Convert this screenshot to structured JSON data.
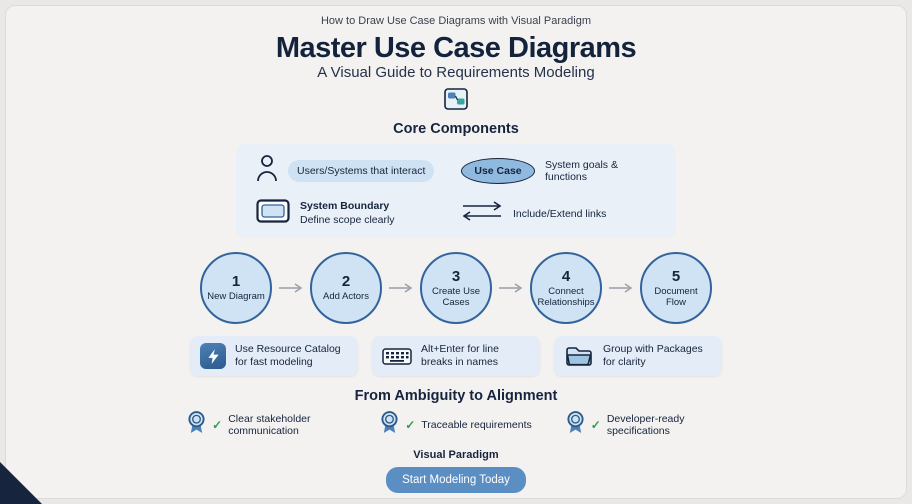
{
  "colors": {
    "navy": "#16243d",
    "accent_blue": "#33639c",
    "light_blue_fill": "#cfe3f4",
    "card_blue": "#e9f0f8",
    "green_check": "#2f9e4f",
    "button_blue": "#5b8fc4"
  },
  "header": {
    "kicker": "How to Draw Use Case Diagrams with Visual Paradigm",
    "title": "Master Use Case Diagrams",
    "subtitle": "A Visual Guide to Requirements Modeling"
  },
  "core": {
    "heading": "Core Components",
    "actor_label": "Users/Systems that interact",
    "usecase_badge": "Use Case",
    "usecase_label": "System goals & functions",
    "boundary_title": "System Boundary",
    "boundary_label": "Define scope clearly",
    "links_label": "Include/Extend links"
  },
  "steps": [
    {
      "number": "1",
      "label": "New Diagram"
    },
    {
      "number": "2",
      "label": "Add Actors"
    },
    {
      "number": "3",
      "label": "Create Use Cases"
    },
    {
      "number": "4",
      "label": "Connect Relationships"
    },
    {
      "number": "5",
      "label": "Document Flow"
    }
  ],
  "tips": [
    {
      "icon": "lightning-icon",
      "label": "Use Resource Catalog for fast modeling"
    },
    {
      "icon": "keyboard-icon",
      "label": "Alt+Enter for line breaks in names"
    },
    {
      "icon": "folder-icon",
      "label": "Group with Packages for clarity"
    }
  ],
  "benefits": {
    "heading": "From Ambiguity to Alignment",
    "items": [
      {
        "label": "Clear stakeholder communication"
      },
      {
        "label": "Traceable requirements"
      },
      {
        "label": "Developer-ready specifications"
      }
    ]
  },
  "footer": {
    "brand": "Visual Paradigm",
    "cta": "Start Modeling Today"
  }
}
